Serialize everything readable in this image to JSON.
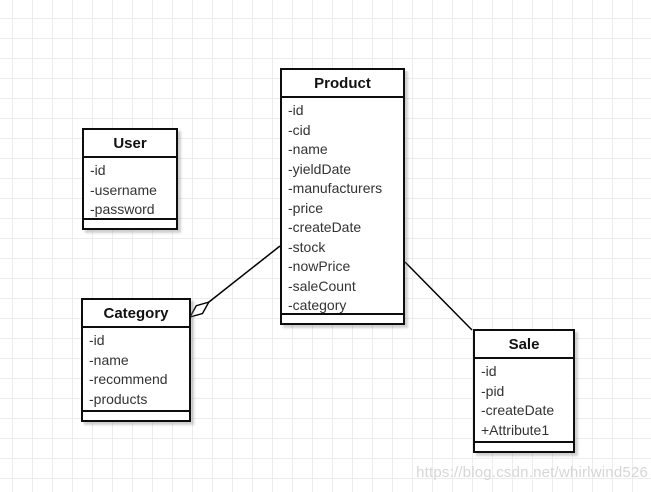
{
  "diagram": {
    "watermark": "https://blog.csdn.net/whirlwind526",
    "classes": [
      {
        "title": "User",
        "attributes": [
          "-id",
          "-username",
          "-password"
        ]
      },
      {
        "title": "Product",
        "attributes": [
          "-id",
          "-cid",
          "-name",
          "-yieldDate",
          "-manufacturers",
          "-price",
          "-createDate",
          "-stock",
          "-nowPrice",
          "-saleCount",
          "-category"
        ]
      },
      {
        "title": "Category",
        "attributes": [
          "-id",
          "-name",
          "-recommend",
          "-products"
        ]
      },
      {
        "title": "Sale",
        "attributes": [
          "-id",
          "-pid",
          "-createDate",
          "+Attribute1"
        ]
      }
    ],
    "connectors": [
      {
        "from": "Product",
        "to": "Category",
        "type": "aggregation"
      },
      {
        "from": "Product",
        "to": "Sale",
        "type": "association"
      }
    ],
    "colors": {
      "box_fill": "#ffffff",
      "stroke": "#000000",
      "grid": "#ececec",
      "watermark_text": "#d6d6d6"
    }
  }
}
